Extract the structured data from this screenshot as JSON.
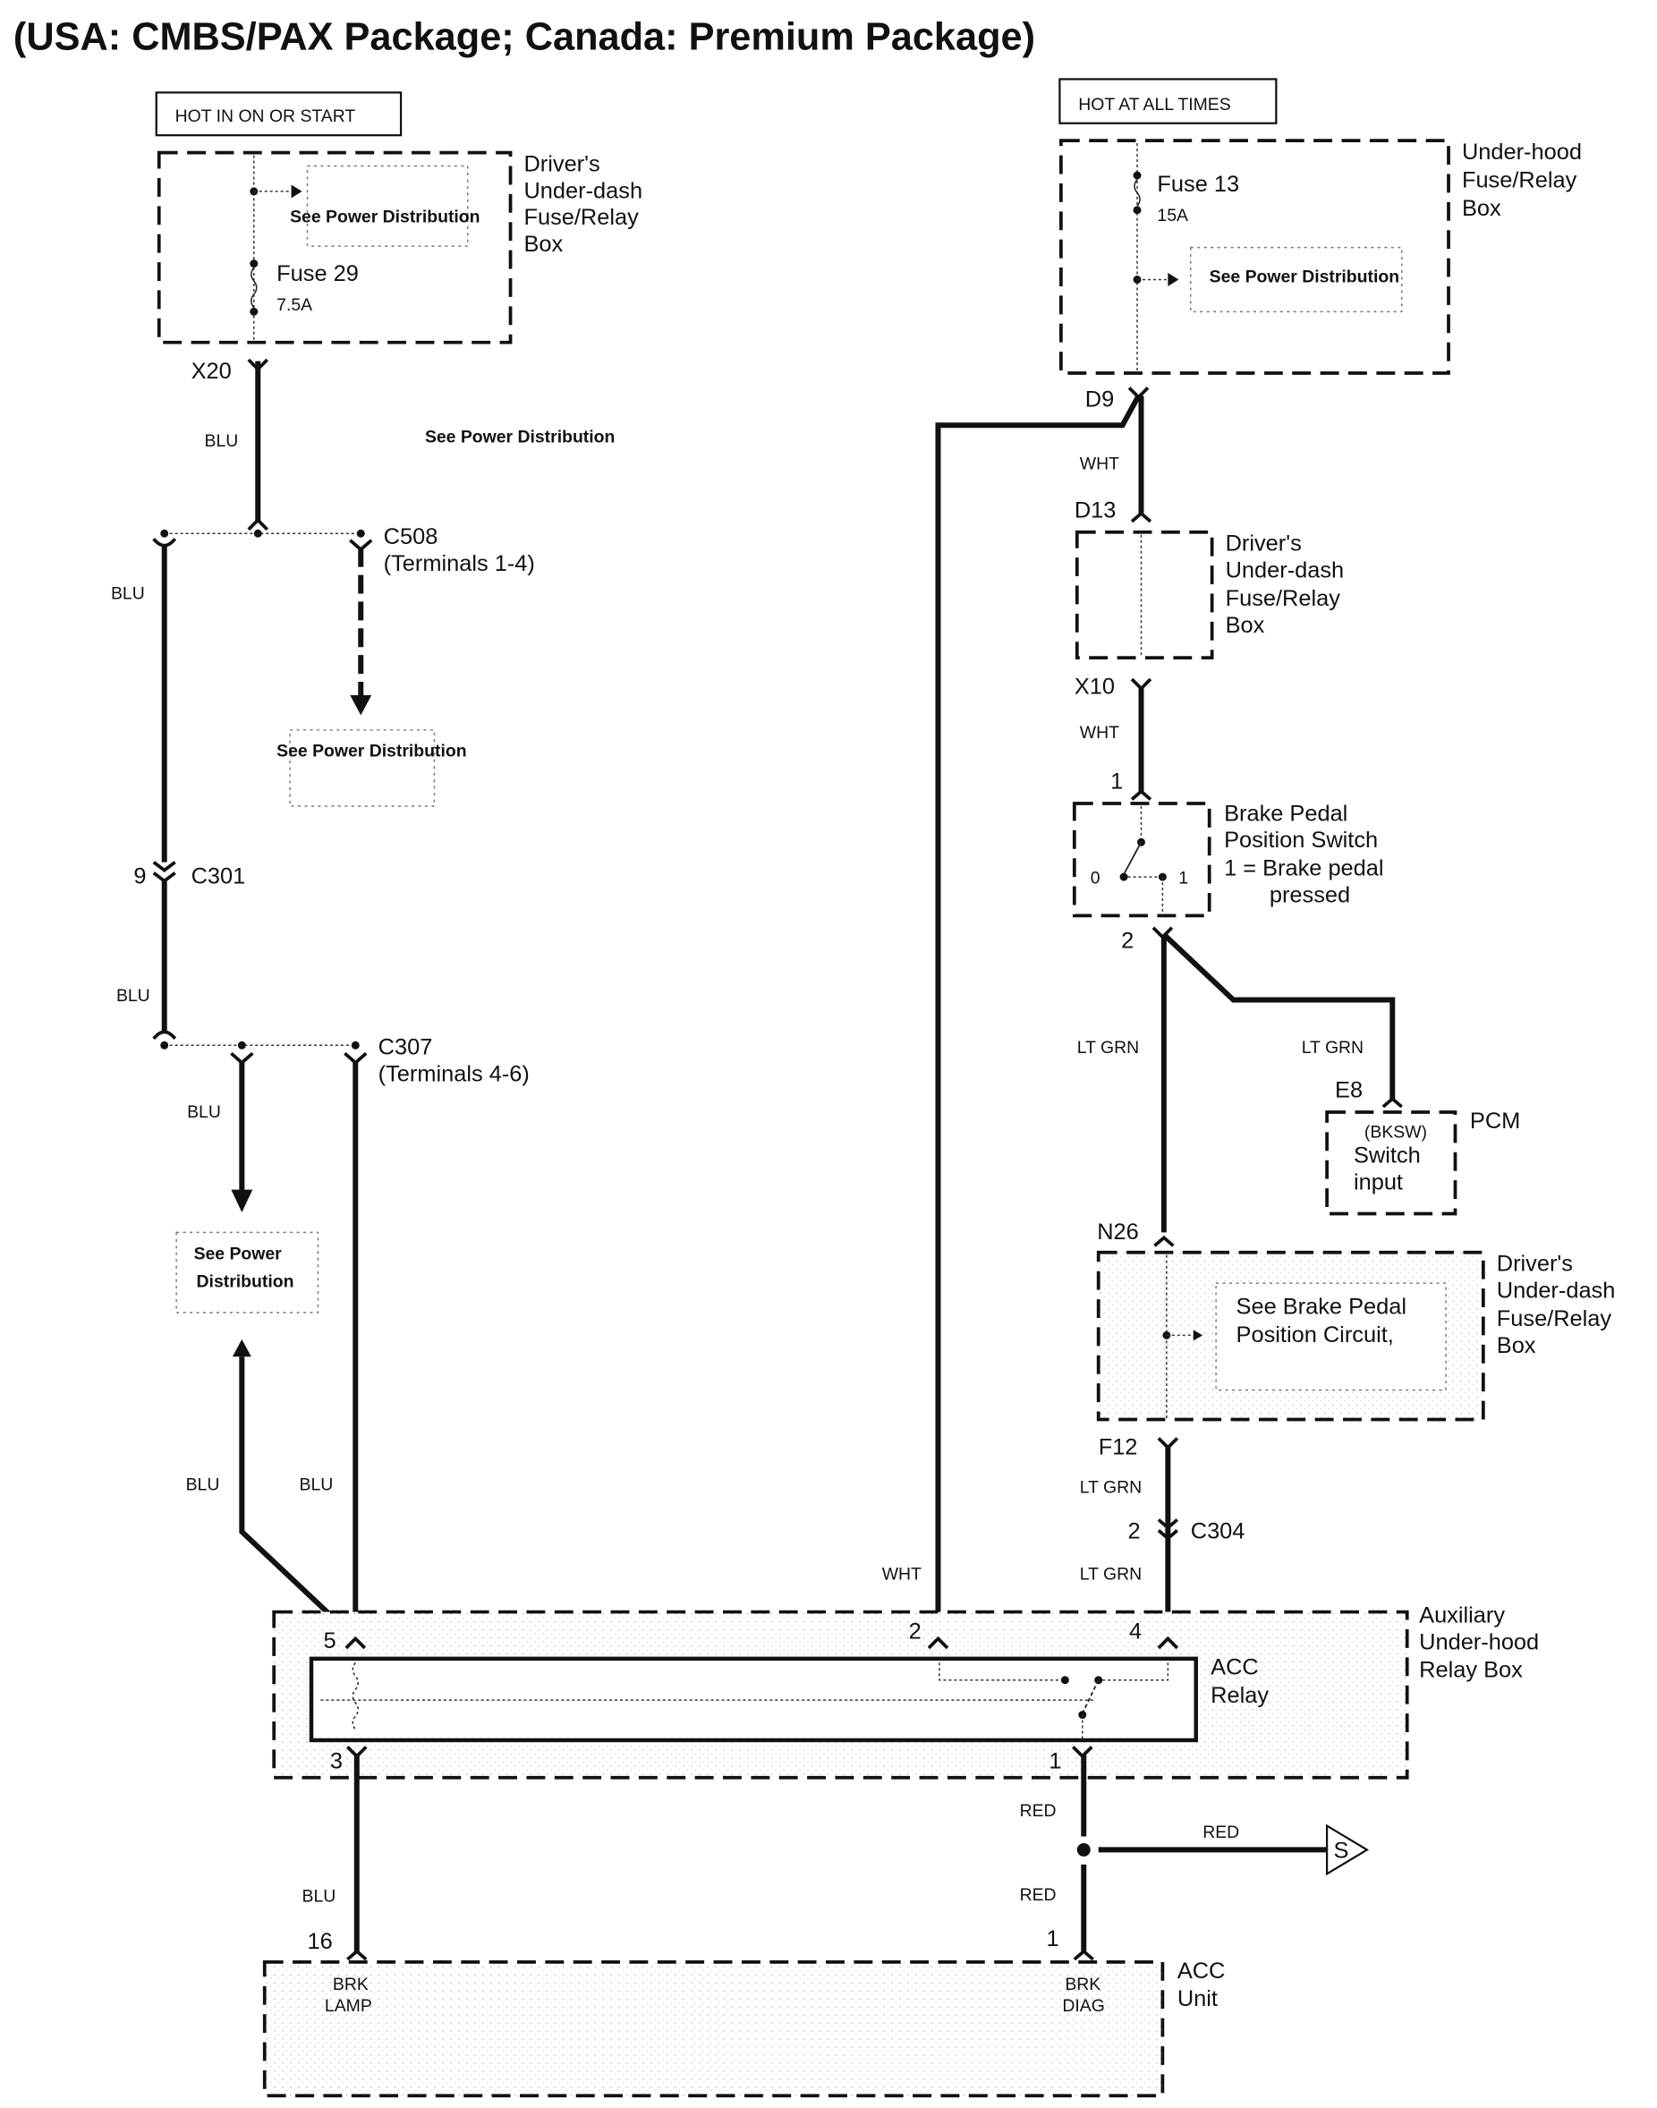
{
  "title": "(USA: CMBS/PAX Package; Canada: Premium Package)",
  "power_sources": {
    "left": "HOT IN ON OR START",
    "right": "HOT AT ALL TIMES"
  },
  "components": {
    "underdash_box_top": {
      "name_lines": [
        "Driver's",
        "Under-dash",
        "Fuse/Relay",
        "Box"
      ],
      "see_ref": "See Power Distribution",
      "fuse_label": "Fuse 29",
      "fuse_rating": "7.5A"
    },
    "underhood_box": {
      "name_lines": [
        "Under-hood",
        "Fuse/Relay",
        "Box"
      ],
      "fuse_label": "Fuse 13",
      "fuse_rating": "15A",
      "see_ref": "See Power Distribution"
    },
    "underdash_box_mid": {
      "name_lines": [
        "Driver's",
        "Under-dash",
        "Fuse/Relay",
        "Box"
      ]
    },
    "brake_switch": {
      "name_lines": [
        "Brake Pedal",
        "Position Switch",
        "1 = Brake pedal",
        "pressed"
      ],
      "pos0": "0",
      "pos1": "1"
    },
    "pcm": {
      "name": "PCM",
      "signal": "(BKSW)",
      "input_lines": [
        "Switch",
        "input"
      ]
    },
    "underdash_box_low": {
      "name_lines": [
        "Driver's",
        "Under-dash",
        "Fuse/Relay",
        "Box"
      ],
      "see_ref_lines": [
        "See Brake Pedal",
        "Position Circuit,"
      ]
    },
    "aux_relay_box": {
      "name_lines": [
        "Auxiliary",
        "Under-hood",
        "Relay Box"
      ],
      "relay_lines": [
        "ACC",
        "Relay"
      ]
    },
    "acc_unit": {
      "name_lines": [
        "ACC",
        "Unit"
      ],
      "pin16_lines": [
        "BRK",
        "LAMP"
      ],
      "pin1_lines": [
        "BRK",
        "DIAG"
      ]
    },
    "splice_s": "S"
  },
  "refs": {
    "see_power_dist": "See Power Distribution",
    "see_power_dist_c508": "See Power Distribution",
    "see_power_dist_c307_lines": [
      "See Power",
      "Distribution"
    ]
  },
  "connectors": {
    "x20": "X20",
    "c508": "C508",
    "c508_terms": "(Terminals 1-4)",
    "c301_pin": "9",
    "c301": "C301",
    "c307": "C307",
    "c307_terms": "(Terminals 4-6)",
    "d9": "D9",
    "d13": "D13",
    "x10": "X10",
    "sw_pin1": "1",
    "sw_pin2": "2",
    "e8": "E8",
    "n26": "N26",
    "f12": "F12",
    "c304_pin": "2",
    "c304": "C304",
    "relay_pin5": "5",
    "relay_pin2": "2",
    "relay_pin4": "4",
    "relay_pin3": "3",
    "relay_pin1": "1",
    "acc_pin16": "16",
    "acc_pin1": "1"
  },
  "wire_colors": {
    "x20_c508": "BLU",
    "c508_c301": "BLU",
    "c301_c307": "BLU",
    "c307_branch": "BLU",
    "return_left": "BLU",
    "c307_relay5": "BLU",
    "d9_d13": "WHT",
    "x10_sw1": "WHT",
    "d9_relay2": "WHT",
    "sw2_n26": "LT GRN",
    "sw2_pcm": "LT GRN",
    "f12_c304": "LT GRN",
    "c304_relay4": "LT GRN",
    "relay1_splice": "RED",
    "splice_s": "RED",
    "splice_acc1": "RED",
    "relay3_acc16": "BLU"
  }
}
